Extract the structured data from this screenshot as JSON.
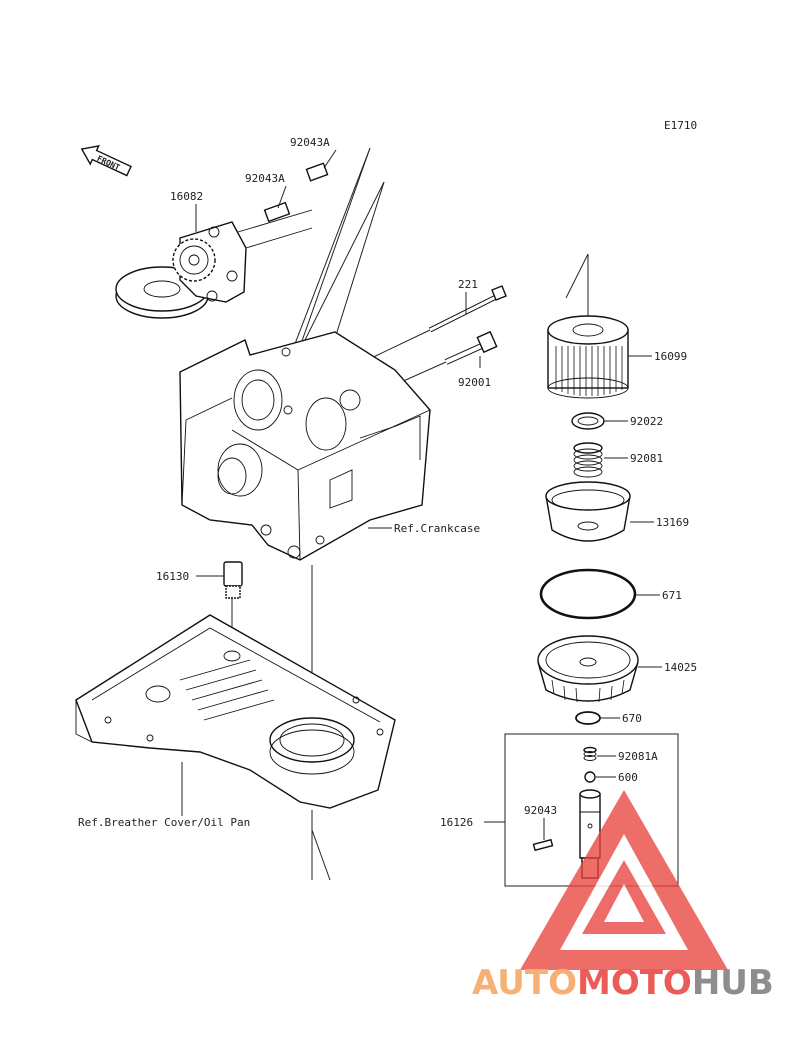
{
  "diagram_code": "E1710",
  "front_label": "FRONT",
  "parts": {
    "p92043A_a": "92043A",
    "p92043A_b": "92043A",
    "p16082": "16082",
    "p221": "221",
    "p92001": "92001",
    "p16099": "16099",
    "p92022": "92022",
    "p92081": "92081",
    "p13169": "13169",
    "p671": "671",
    "p14025": "14025",
    "p670": "670",
    "p92081A": "92081A",
    "p600": "600",
    "p92043": "92043",
    "p16126": "16126",
    "p16130": "16130"
  },
  "refs": {
    "crankcase": "Ref.Crankcase",
    "breather": "Ref.Breather Cover/Oil Pan"
  },
  "watermark": {
    "part1": "AUTO",
    "part2": "MOTO",
    "part3": "HUB",
    "color1": "#f5a35c",
    "color2": "#e8403c",
    "color3": "#7a7a7a"
  }
}
